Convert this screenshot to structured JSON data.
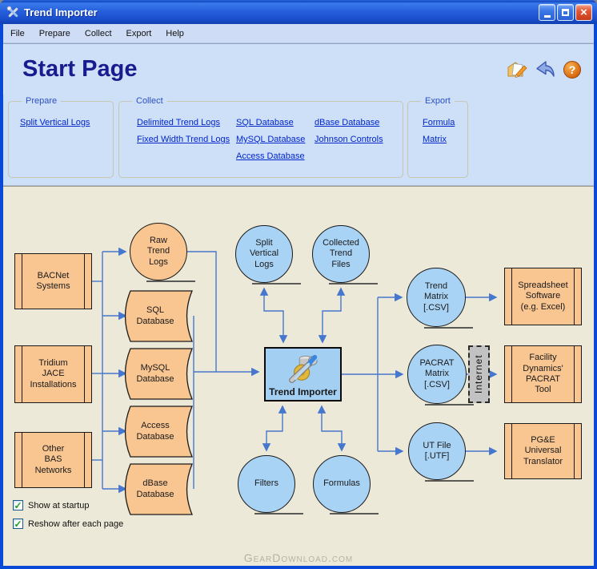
{
  "window": {
    "title": "Trend Importer",
    "close_glyph": "×"
  },
  "menu": {
    "items": [
      "File",
      "Prepare",
      "Collect",
      "Export",
      "Help"
    ]
  },
  "header": {
    "title": "Start Page",
    "help_glyph": "?",
    "icons": [
      "feedback-icon",
      "back-icon",
      "help-icon"
    ]
  },
  "panels": {
    "prepare": {
      "label": "Prepare",
      "links": [
        "Split Vertical Logs"
      ]
    },
    "collect": {
      "label": "Collect",
      "col1": [
        "Delimited Trend Logs",
        "Fixed Width Trend Logs"
      ],
      "col2": [
        "SQL Database",
        "MySQL Database",
        "Access Database"
      ],
      "col3": [
        "dBase Database",
        "Johnson Controls"
      ]
    },
    "export": {
      "label": "Export",
      "links": [
        "Formula",
        "Matrix"
      ]
    }
  },
  "diagram": {
    "nodes": {
      "bacnet": "BACNet\nSystems",
      "tridium": "Tridium\nJACE\nInstallations",
      "other_bas": "Other\nBAS\nNetworks",
      "raw_logs": "Raw\nTrend\nLogs",
      "sql": "SQL\nDatabase",
      "mysql": "MySQL\nDatabase",
      "access": "Access\nDatabase",
      "dbase": "dBase\nDatabase",
      "split_vertical": "Split\nVertical\nLogs",
      "collected_files": "Collected\nTrend\nFiles",
      "trend_importer": "Trend Importer",
      "filters": "Filters",
      "formulas": "Formulas",
      "trend_matrix": "Trend\nMatrix\n[.CSV]",
      "pacrat_matrix": "PACRAT\nMatrix\n[.CSV]",
      "ut_file": "UT File\n[.UTF]",
      "internet": "Internet",
      "spreadsheet": "Spreadsheet\nSoftware\n(e.g. Excel)",
      "facility": "Facility\nDynamics'\nPACRAT\nTool",
      "pge": "PG&E\nUniversal\nTranslator"
    },
    "checkboxes": [
      {
        "label": "Show at startup",
        "checked": true,
        "glyph": "✓"
      },
      {
        "label": "Reshow after each page",
        "checked": true,
        "glyph": "✓"
      }
    ],
    "watermark": "GearDownload.com"
  },
  "colors": {
    "window_border": "#0A49D8",
    "link_blue": "#0026CC",
    "group_label_blue": "#2B50C4",
    "node_orange": "#F9C591",
    "node_blue": "#A9D3F5",
    "arrow_blue": "#4677CE",
    "diagram_bg": "#ECE9D8",
    "header_bg": "#CEDFF8"
  }
}
